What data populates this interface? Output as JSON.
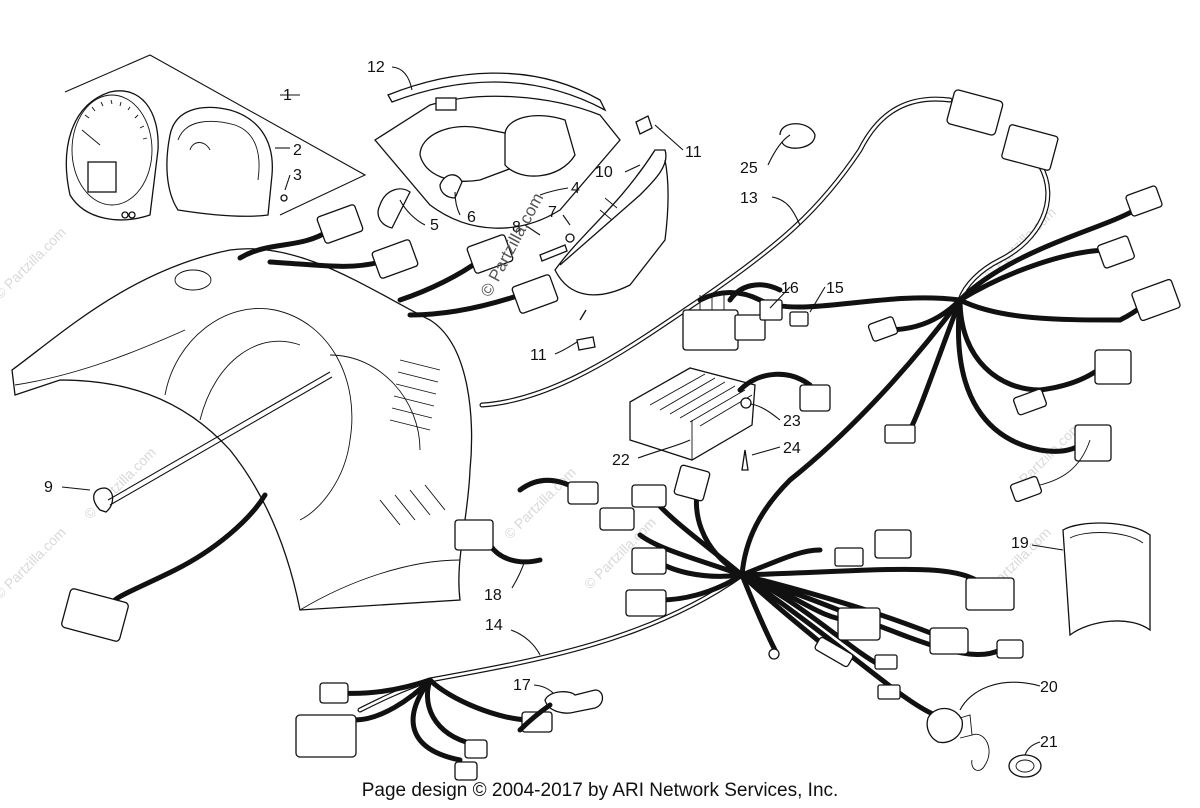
{
  "footer": {
    "copyright": "Page design © 2004-2017 by ARI Network Services, Inc."
  },
  "watermarks": {
    "main": "© Partzilla.com",
    "repeat": "© Partzilla.com"
  },
  "callouts": [
    "1",
    "2",
    "3",
    "4",
    "5",
    "6",
    "7",
    "8",
    "9",
    "10",
    "11",
    "11",
    "12",
    "13",
    "14",
    "15",
    "16",
    "17",
    "18",
    "19",
    "20",
    "21",
    "22",
    "23",
    "24",
    "25"
  ]
}
